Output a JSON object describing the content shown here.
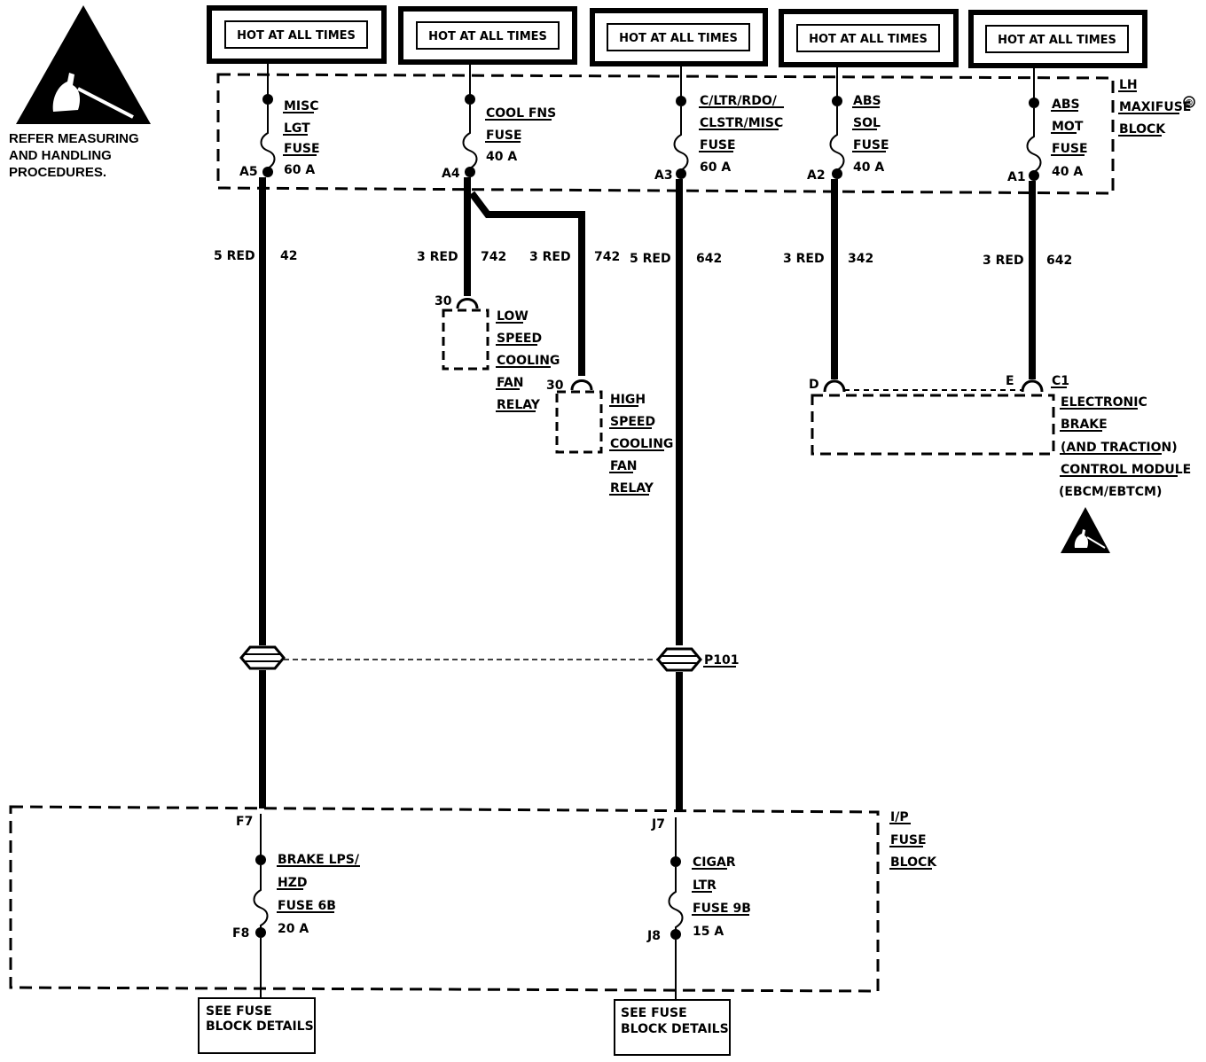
{
  "esd_note": [
    "REFER MEASURING",
    "AND HANDLING",
    "PROCEDURES."
  ],
  "hot_at_all_times": "HOT AT ALL TIMES",
  "maxifuse_block": {
    "label": [
      "LH",
      "MAXIFUSE",
      "BLOCK"
    ],
    "reg_mark": "®"
  },
  "maxifuses": [
    {
      "pin": "A5",
      "lines": [
        "MISC",
        "LGT",
        "FUSE"
      ],
      "rating": "60 A"
    },
    {
      "pin": "A4",
      "lines": [
        "COOL FNS",
        "FUSE"
      ],
      "rating": "40 A"
    },
    {
      "pin": "A3",
      "lines": [
        "C/LTR/RDO/",
        "CLSTR/MISC",
        "FUSE"
      ],
      "rating": "60 A"
    },
    {
      "pin": "A2",
      "lines": [
        "ABS",
        "SOL",
        "FUSE"
      ],
      "rating": "40 A"
    },
    {
      "pin": "A1",
      "lines": [
        "ABS",
        "MOT",
        "FUSE"
      ],
      "rating": "40 A"
    }
  ],
  "wires": [
    {
      "size_color": "5 RED",
      "circuit": "42"
    },
    {
      "size_color": "3 RED",
      "circuit": "742"
    },
    {
      "size_color": "3 RED",
      "circuit": "742"
    },
    {
      "size_color": "5 RED",
      "circuit": "642"
    },
    {
      "size_color": "3 RED",
      "circuit": "342"
    },
    {
      "size_color": "3 RED",
      "circuit": "642"
    }
  ],
  "low_relay": {
    "pin": "30",
    "lines": [
      "LOW",
      "SPEED",
      "COOLING",
      "FAN",
      "RELAY"
    ]
  },
  "high_relay": {
    "pin": "30",
    "lines": [
      "HIGH",
      "SPEED",
      "COOLING",
      "FAN",
      "RELAY"
    ]
  },
  "ebcm": {
    "pins": [
      "D",
      "E"
    ],
    "connector": "C1",
    "lines": [
      "ELECTRONIC",
      "BRAKE",
      "(AND TRACTION)",
      "CONTROL MODULE"
    ],
    "abbr": "(EBCM/EBTCM)"
  },
  "connector_p101": "P101",
  "ip_fuse_block": {
    "label": [
      "I/P",
      "FUSE",
      "BLOCK"
    ],
    "fuses": [
      {
        "pin_in": "F7",
        "pin_out": "F8",
        "lines": [
          "BRAKE LPS/",
          "HZD",
          "FUSE 6B"
        ],
        "rating": "20 A"
      },
      {
        "pin_in": "J7",
        "pin_out": "J8",
        "lines": [
          "CIGAR",
          "LTR",
          "FUSE 9B"
        ],
        "rating": "15 A"
      }
    ]
  },
  "see_fuse_block_details": [
    "SEE FUSE",
    "BLOCK DETAILS"
  ]
}
